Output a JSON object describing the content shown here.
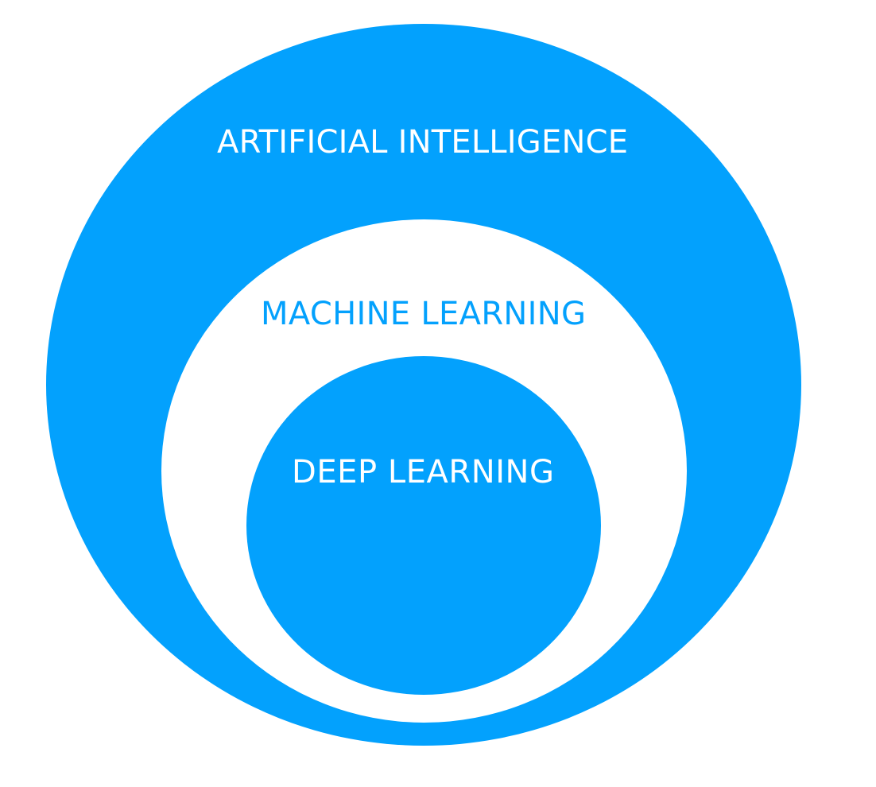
{
  "colors": {
    "accent": "#03A1FD",
    "background": "#FFFFFF",
    "label_on_accent": "#FFFFFF"
  },
  "labels": {
    "outer": "ARTIFICIAL INTELLIGENCE",
    "middle": "MACHINE LEARNING",
    "inner": "DEEP LEARNING"
  }
}
